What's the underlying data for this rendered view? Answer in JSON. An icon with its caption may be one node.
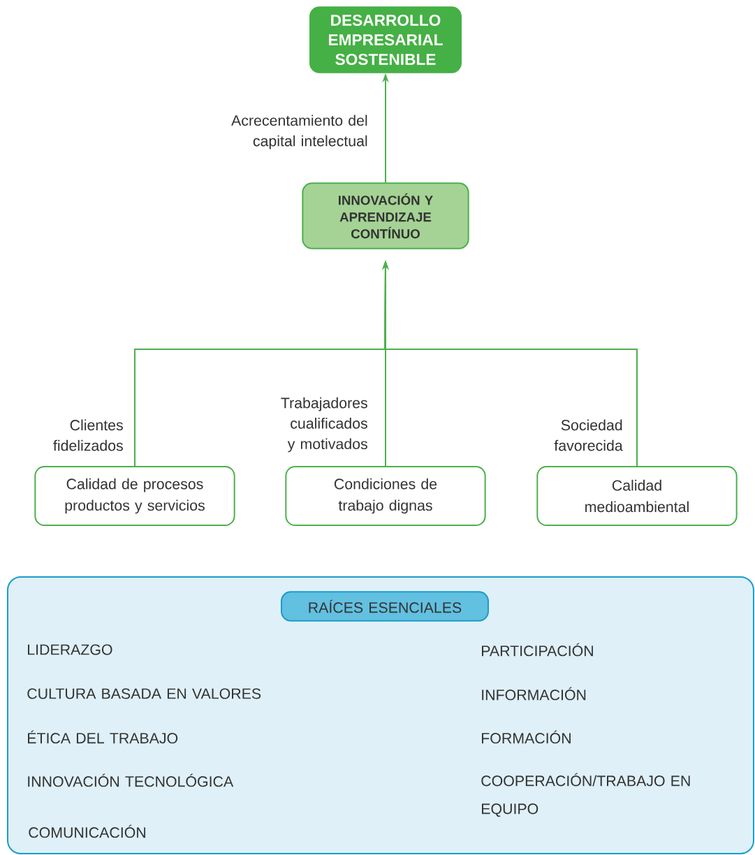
{
  "diagram": {
    "nodes": [
      {
        "text": [
          "DESARROLLO EMPRESARIAL SOSTENIBLE"
        ]
      },
      {
        "text": [
          "INNOVACIÓN Y APRENDIZAJE CONTÍNUO"
        ]
      },
      {
        "text": [
          "Calidad de procesos productos y servicios"
        ]
      },
      {
        "text": [
          "Condiciones de trabajo dignas"
        ]
      },
      {
        "text": [
          "Calidad medioambiental"
        ]
      },
      {
        "text": [
          "LIDERAZGO",
          "PARTICIPACIÓN",
          "CULTURA BASADA EN VALORES",
          "INFORMACIÓN",
          "ÉTICA DEL TRABAJO",
          "FORMACIÓN",
          "INNOVACIÓN TECNOLÓGICA",
          "COOPERACIÓN/TRABAJO EN EQUIPO",
          "COMUNICACIÓN"
        ]
      },
      {
        "text": [
          "RAÍCES ESENCIALES"
        ],
        "in": 5
      }
    ],
    "edges": [
      {
        "from": 1,
        "to": 0,
        "arrow": "to",
        "label": "Acrecentamiento del capital intelectual"
      },
      {
        "from": 2,
        "to": 1,
        "arrow": "to",
        "label": "Clientes fidelizados"
      },
      {
        "from": 3,
        "to": 1,
        "arrow": "to",
        "label": "Trabajadores cualificados y motivados"
      },
      {
        "from": 4,
        "to": 1,
        "arrow": "to",
        "label": "Sociedad favorecida"
      }
    ]
  }
}
